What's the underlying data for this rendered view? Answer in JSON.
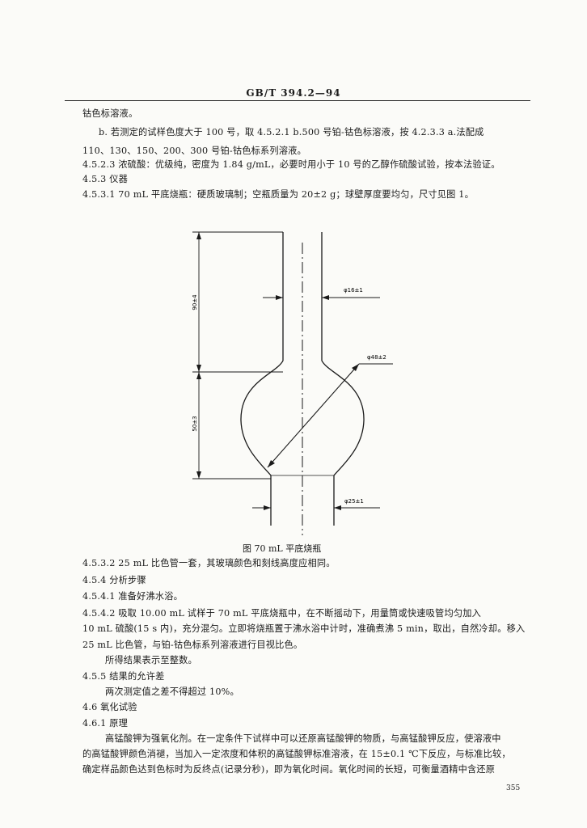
{
  "header": {
    "standard_no": "GB/T 394.2—94"
  },
  "lines": [
    "钴色标溶液。",
    "b.    若测定的试样色度大于 100 号，取 4.5.2.1 b.500 号铂-钴色标溶液，按 4.2.3.3 a.法配成",
    "110、130、150、200、300 号铂-钴色标系列溶液。",
    "4.5.2.3    浓硫酸：优级纯，密度为 1.84 g/mL，必要时用小于 10 号的乙醇作硫酸试验，按本法验证。",
    "4.5.3    仪器",
    "4.5.3.1    70 mL 平底烧瓶：硬质玻璃制；空瓶质量为 20±2 g；球壁厚度要均匀，尺寸见图 1。",
    "4.5.3.2    25 mL 比色管一套，其玻璃颜色和刻线高度应相同。",
    "4.5.4    分析步骤",
    "4.5.4.1    准备好沸水浴。",
    "4.5.4.2    吸取 10.00 mL 试样于 70 mL 平底烧瓶中，在不断摇动下，用量筒或快速吸管均匀加入",
    "10 mL 硫酸(15 s 内)，充分混匀。立即将烧瓶置于沸水浴中计时，准确煮沸 5 min，取出，自然冷却。移入",
    "25 mL 比色管，与铂-钴色标系列溶液进行目视比色。",
    "所得结果表示至整数。",
    "4.5.5    结果的允许差",
    "两次测定值之差不得超过 10%。",
    "4.6    氧化试验",
    "4.6.1    原理",
    "高锰酸钾为强氧化剂。在一定条件下试样中可以还原高锰酸钾的物质，与高锰酸钾反应，使溶液中",
    "的高锰酸钾颜色消褪，当加入一定浓度和体积的高锰酸钾标准溶液，在 15±0.1 ℃下反应，与标准比较，",
    "确定样品颜色达到色标时为反终点(记录分秒)，即为氧化时间。氧化时间的长短，可衡量酒精中含还原"
  ],
  "figure": {
    "caption": "图    70 mL 平底烧瓶",
    "dims": {
      "neck_height": "90±4",
      "bulb_height": "50±3",
      "neck_dia": "φ16±1",
      "bulb_dia": "φ48±2",
      "foot_dia": "φ25±1"
    }
  },
  "page_number": "355"
}
